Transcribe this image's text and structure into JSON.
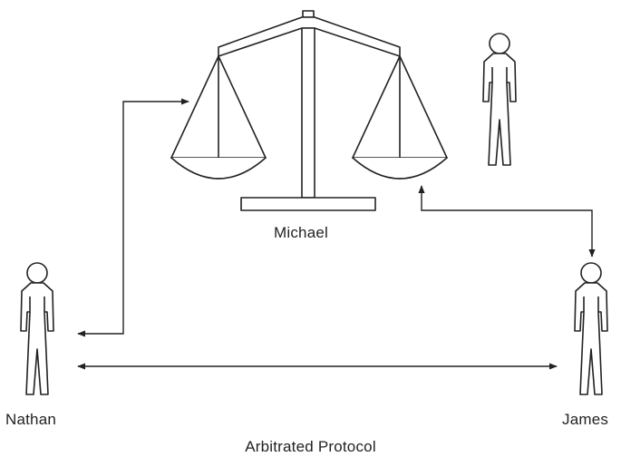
{
  "labels": {
    "arbitrator": "Michael",
    "left_party": "Nathan",
    "right_party": "James",
    "caption": "Arbitrated Protocol"
  },
  "colors": {
    "stroke": "#222222",
    "background": "#ffffff"
  },
  "icons": [
    "balance-scale-icon",
    "person-icon"
  ]
}
